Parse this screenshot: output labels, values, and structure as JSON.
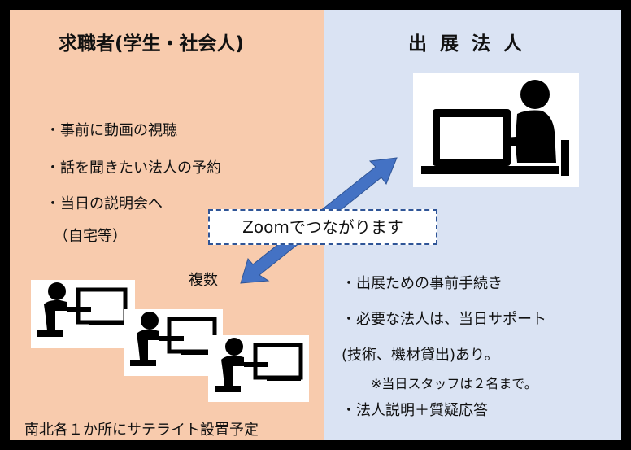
{
  "left": {
    "title": "求職者(学生・社会人)",
    "items": [
      "・事前に動画の視聴",
      "・話を聞きたい法人の予約",
      "・当日の説明会へ",
      "（自宅等）"
    ],
    "multiple_label": "複数",
    "footer": "南北各１か所にサテライト設置予定"
  },
  "right": {
    "title": "出 展 法 人",
    "items": [
      "・出展ための事前手続き",
      "・必要な法人は、当日サポート",
      "(技術、機材貸出)あり。"
    ],
    "staff_note": "※当日スタッフは２名まで。",
    "last_item": "・法人説明＋質疑応答"
  },
  "connector": {
    "label": "Zoomでつながります"
  },
  "colors": {
    "left_bg": "#f8cbad",
    "right_bg": "#dae3f3",
    "arrow": "#4472c4",
    "border": "#000000"
  },
  "icons": [
    "person-at-laptop-icon",
    "person-at-screen-icon"
  ]
}
